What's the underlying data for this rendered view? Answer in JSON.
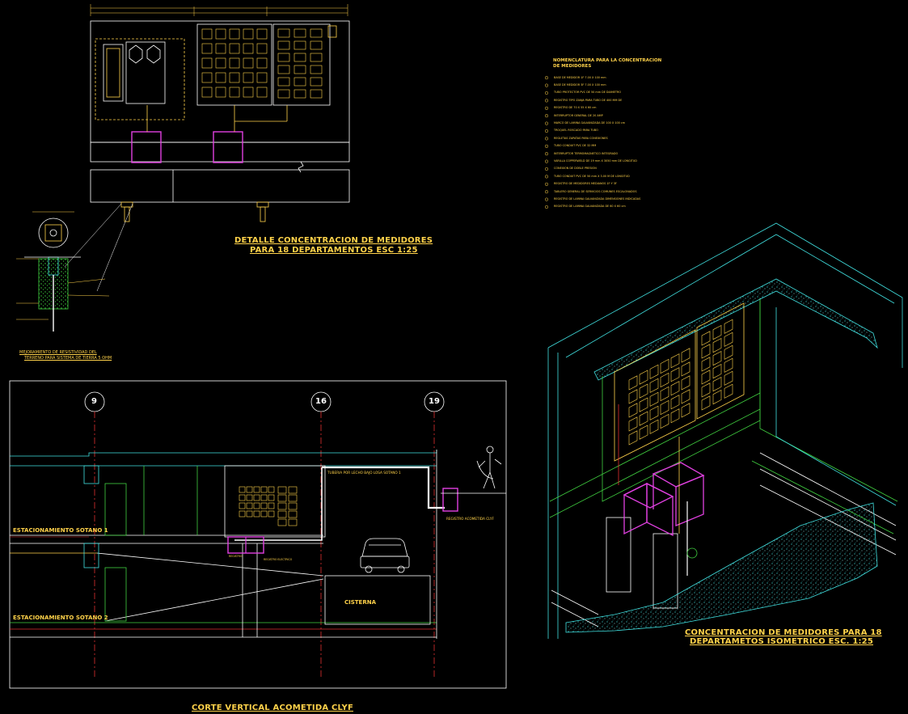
{
  "drawing": {
    "background": "#000000",
    "colors": {
      "yellow": "#ffd24a",
      "white": "#ffffff",
      "magenta": "#e040e0",
      "cyan": "#40e0e0",
      "green": "#40d040",
      "red": "#e03030"
    },
    "plan_detail": {
      "title_line1": "DETALLE CONCENTRACION DE MEDIDORES",
      "title_line2": "PARA 18 DEPARTAMENTOS ESC 1:25"
    },
    "ground_detail": {
      "title_line1": "MEJORAMIENTO DE RESISTIVIDAD DEL",
      "title_line2": "TERRENO PARA SISTEMA DE TIERRA 5 OHM"
    },
    "nomenclature": {
      "title_line1": "NOMENCLATURA PARA LA CONCENTRACION",
      "title_line2": "DE MEDIDORES",
      "items": [
        "BASE DE MEDIDOR 1F 7.00 X 100 mm",
        "BASE DE MEDIDOR 3F 7.00 X 100 mm",
        "TUBO PROTECTOR PVC DE 50 mm DE DIAMETRO",
        "REGISTRO TIPO ZANJA PARA TUBO DE 400 MM DE",
        "REGISTRO DE 70 X 55 X 60 cm",
        "INTERRUPTOR GENERAL DE 20 AMP",
        "MARCO DE LAMINA GALVANIZADA DE 100 X 100 cm",
        "TROQUEL ROSCADO PARA TUBO",
        "REGLETAS ZAPATAS PARA CONEXIONES",
        "TUBO CONDUIT PVC DE 32 MM",
        "INTERRUPTOR TERMOMAGNETICO INTEGRADO",
        "VARILLA COPPERWELD DE 19 mm X 3050 mm DE LONGITUD",
        "CONEXION DE DOBLE PRESION",
        "TUBO CONDUIT PVC DE 50 mm X 3.00 M DE LONGITUD",
        "REGISTRO DE MEDIDORES MEDIANOS 1F Y 3F",
        "TABLERO GENERAL DE SERVICIOS COMUNES ESCALONADOS",
        "REGISTRO DE LAMINA GALVANIZADA DIMENSIONES INDICADAS",
        "REGISTRO DE LAMINA GALVANIZADA DE 60 X 60 cm"
      ]
    },
    "section": {
      "title": "CORTE VERTICAL ACOMETIDA CLYF",
      "axis_labels": [
        "9",
        "16",
        "19"
      ],
      "label_pipe": "TUBERIA POR LECHO BAJO LOSA SOTANO 1",
      "label_register": "REGISTRO ACOMETIDA CLYF",
      "label_level1": "ESTACIONAMIENTO SOTANO 1",
      "label_level2": "ESTACIONAMIENTO SOTANO 2",
      "label_cistern": "CISTERNA",
      "label_reg_small1": "REGISTRO",
      "label_reg_small2": "REGISTRO ELECTRICO"
    },
    "isometric": {
      "title_line1": "CONCENTRACION DE MEDIDORES PARA 18",
      "title_line2": "DEPARTAMETOS  ISOMETRICO ESC. 1:25"
    }
  }
}
